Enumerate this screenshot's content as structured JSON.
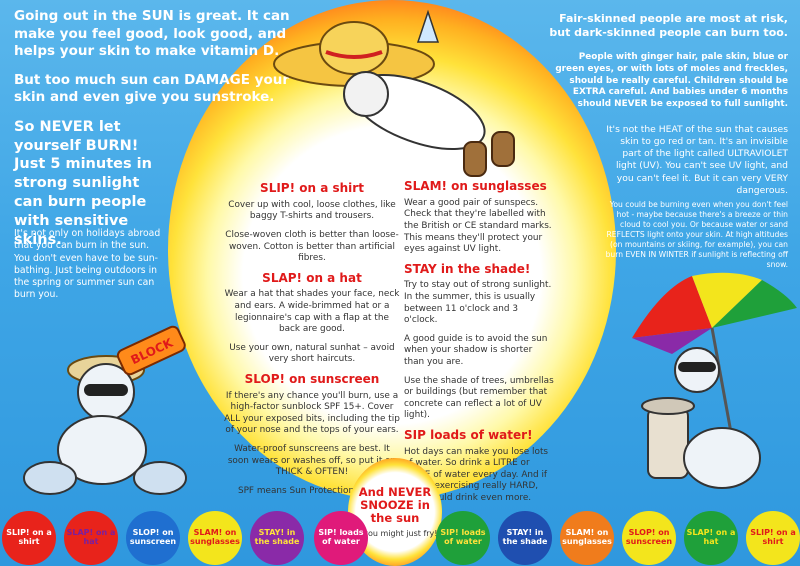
{
  "colors": {
    "sky": "#3fa6e6",
    "red_heading": "#e01a1a",
    "sun_core": "#ffe23a"
  },
  "intro": {
    "p1": "Going out in the SUN is great. It can make you feel good, look good, and helps your skin to make vitamin D.",
    "p2": "But too much sun can DAMAGE your skin and even give you sunstroke.",
    "p3": "So NEVER let yourself BURN! Just 5 minutes in strong sunlight can burn people with sensitive skins.",
    "small": "It's not only on holidays abroad that you can burn in the sun. You don't even have to be sun-bathing. Just being outdoors in the spring or summer sun can burn you."
  },
  "right": {
    "head": "Fair-skinned people are most at risk, but dark-skinned people can burn too.",
    "bold": "People with ginger hair, pale skin, blue or green eyes, or with lots of moles and freckles, should be really careful. Children should be EXTRA careful. And babies under 6 months should NEVER be exposed to full sunlight.",
    "mid": "It's not the HEAT of the sun that causes skin to go red or tan. It's an invisible part of the light called ULTRAVIOLET light (UV). You can't see UV light, and you can't feel it. But it can very VERY dangerous.",
    "small": "You could be burning even when you don't feel hot - maybe because there's a breeze or thin cloud to cool you. Or because water or sand REFLECTS light onto your skin. At high altitudes (on mountains or skiing, for example), you can burn EVEN IN WINTER if sunlight is reflecting off snow."
  },
  "mid_left": {
    "shirt_title": "SLIP! on a shirt",
    "shirt_p1": "Cover up with cool, loose clothes, like baggy T-shirts and trousers.",
    "shirt_p2": "Close-woven cloth is better than loose-woven. Cotton is better than artificial fibres.",
    "hat_title": "SLAP! on a hat",
    "hat_p1": "Wear a hat that shades your face, neck and ears. A wide-brimmed hat or a legionnaire's cap with a flap at the back are good.",
    "hat_p2": "Use your own, natural sunhat – avoid very short haircuts.",
    "sunscreen_title": "SLOP! on sunscreen",
    "sunscreen_p1": "If there's any chance you'll burn, use a high-factor sunblock SPF 15+. Cover ALL your exposed bits, including the tip of your nose and the tops of your ears.",
    "sunscreen_p2": "Water-proof sunscreens are best. It soon wears or washes off, so put it on THICK & OFTEN!",
    "sunscreen_p3": "SPF means Sun Protection Factor."
  },
  "mid_right": {
    "sunglasses_title": "SLAM! on sunglasses",
    "sunglasses_p1": "Wear a good pair of sunspecs. Check that they're labelled with the British or CE standard marks. This means they'll protect your eyes against UV light.",
    "shade_title": "STAY in the shade!",
    "shade_p1": "Try to stay out of strong sunlight. In the summer, this is usually between 11 o'clock and 3 o'clock.",
    "shade_p2": "A good guide is to avoid the sun when your shadow is shorter than you are.",
    "shade_p3": "Use the shade of trees, umbrellas or buildings (but remember that concrete can reflect a lot of UV light).",
    "water_title": "SIP loads of water!",
    "water_p1": "Hot days can make you lose lots of water. So drink a LITRE or MORE of water every day. And if you're exercising really HARD, you should drink even more."
  },
  "center": {
    "title": "And NEVER SNOOZE in the sun",
    "sub": "or you might just fry!"
  },
  "bottle_label": "BLOCK",
  "footer": [
    {
      "label": "SLIP! on a shirt",
      "bg": "#e8231b",
      "fg": "#ffffff"
    },
    {
      "label": "SLAP! on a hat",
      "bg": "#e8231b",
      "fg": "#7a1fa0"
    },
    {
      "label": "SLOP! on sunscreen",
      "bg": "#1f6fd0",
      "fg": "#ffffff"
    },
    {
      "label": "SLAM! on sunglasses",
      "bg": "#f3e51c",
      "fg": "#e01a1a"
    },
    {
      "label": "STAY! in the shade",
      "bg": "#8a2aa8",
      "fg": "#ffe23a"
    },
    {
      "label": "SIP! loads of water",
      "bg": "#e01a7a",
      "fg": "#ffffff"
    },
    {
      "label": "SIP! loads of water",
      "bg": "#1fa03a",
      "fg": "#ffe23a"
    },
    {
      "label": "STAY! in the shade",
      "bg": "#1f4fb0",
      "fg": "#ffffff"
    },
    {
      "label": "SLAM! on sunglasses",
      "bg": "#f07c1c",
      "fg": "#ffffff"
    },
    {
      "label": "SLOP! on sunscreen",
      "bg": "#f3e51c",
      "fg": "#e01a1a"
    },
    {
      "label": "SLAP! on a hat",
      "bg": "#1fa03a",
      "fg": "#f3e51c"
    },
    {
      "label": "SLIP! on a shirt",
      "bg": "#f3e51c",
      "fg": "#e01a1a"
    }
  ]
}
